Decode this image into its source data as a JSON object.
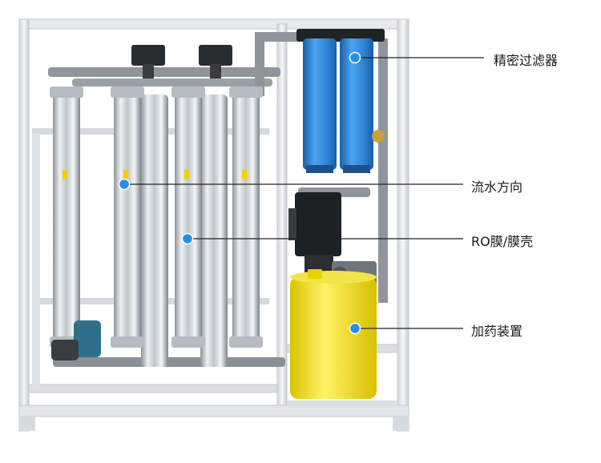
{
  "labels": {
    "precision_filter": "精密过滤器",
    "flow_direction": "流水方向",
    "ro_membrane": "RO膜/膜壳",
    "dosing_device": "加药装置"
  },
  "colors": {
    "frame": "#e4e6e9",
    "steel": "#c9ced3",
    "pipe": "#8a9096",
    "filter_blue": "#2f86d6",
    "tank_yellow": "#f5e000",
    "marker": "#2a8fe0",
    "line": "#222222"
  }
}
